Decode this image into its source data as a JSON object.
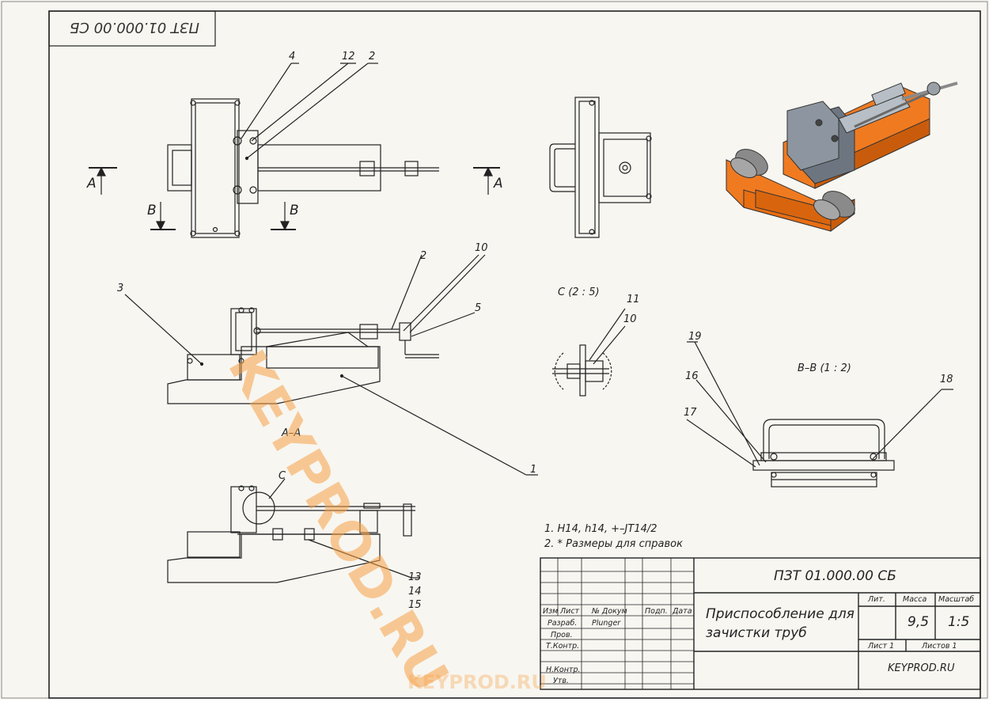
{
  "colors": {
    "paper": "#f7f6f1",
    "line": "#222222",
    "accent_3d": "#f07a20",
    "watermark": "#f7a046"
  },
  "top_left_stamp": "ПЗТ 01.000.00 СБ",
  "views": {
    "top_section_labels": {
      "a_left": "A",
      "a_right": "A",
      "b_left": "B",
      "b_right": "B"
    },
    "section_aa_title": "A–A",
    "detail_c_title": "C  (2 : 5)",
    "section_bb_title": "B–B  (1 : 2)",
    "detail_marker": "C"
  },
  "callouts": {
    "top": [
      "4",
      "12",
      "2"
    ],
    "aa": [
      "3",
      "2",
      "10",
      "5",
      "1"
    ],
    "detail_c": [
      "11",
      "10"
    ],
    "bb": [
      "19",
      "16",
      "17",
      "18"
    ],
    "bottom": [
      "13",
      "14",
      "15"
    ]
  },
  "notes": [
    "1. H14, h14, +–JT14/2",
    "2. * Размеры для справок"
  ],
  "title_block": {
    "designation": "ПЗТ 01.000.00 СБ",
    "name_line1": "Приспособление для",
    "name_line2": "зачистки труб",
    "headers": {
      "lit": "Лит.",
      "mass": "Масса",
      "scale": "Масштаб"
    },
    "mass": "9,5",
    "scale": "1:5",
    "sheet": "Лист 1",
    "sheets": "Листов 1",
    "org": "KEYPROD.RU",
    "rev_headers": [
      "Изм",
      "Лист",
      "№ Докум",
      "Подп.",
      "Дата"
    ],
    "roles": [
      "Разраб.",
      "Пров.",
      "Т.Контр.",
      "Н.Контр.",
      "Утв."
    ],
    "developer": "Plunger"
  },
  "watermark_main": "KEYPROD.RU",
  "watermark_footer": "KEYPROD.RU"
}
